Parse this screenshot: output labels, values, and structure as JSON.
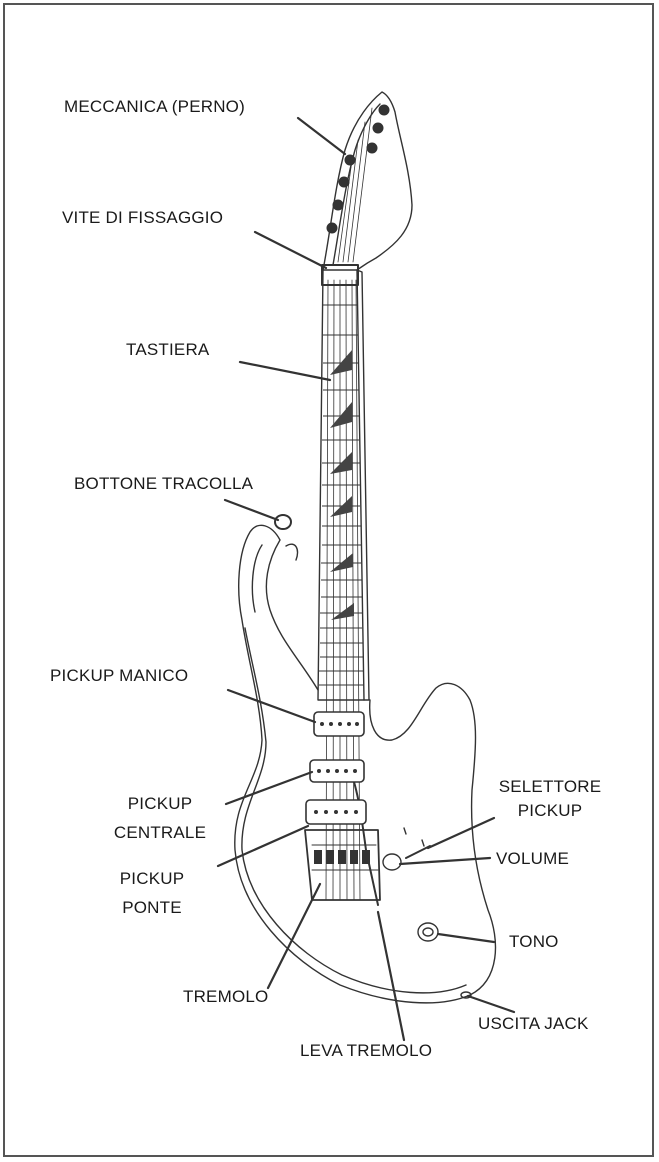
{
  "colors": {
    "border": "#555555",
    "ink": "#1a1a1a",
    "line": "#333333"
  },
  "labels": {
    "meccanica": "MECCANICA (PERNO)",
    "vite": "VITE DI FISSAGGIO",
    "tastiera": "TASTIERA",
    "bottone": "BOTTONE TRACOLLA",
    "pickup_manico": "PICKUP MANICO",
    "pickup_centrale_1": "PICKUP",
    "pickup_centrale_2": "CENTRALE",
    "pickup_ponte_1": "PICKUP",
    "pickup_ponte_2": "PONTE",
    "tremolo": "TREMOLO",
    "leva_tremolo": "LEVA TREMOLO",
    "selettore_1": "SELETTORE",
    "selettore_2": "PICKUP",
    "volume": "VOLUME",
    "tono": "TONO",
    "uscita_jack": "USCITA JACK"
  }
}
